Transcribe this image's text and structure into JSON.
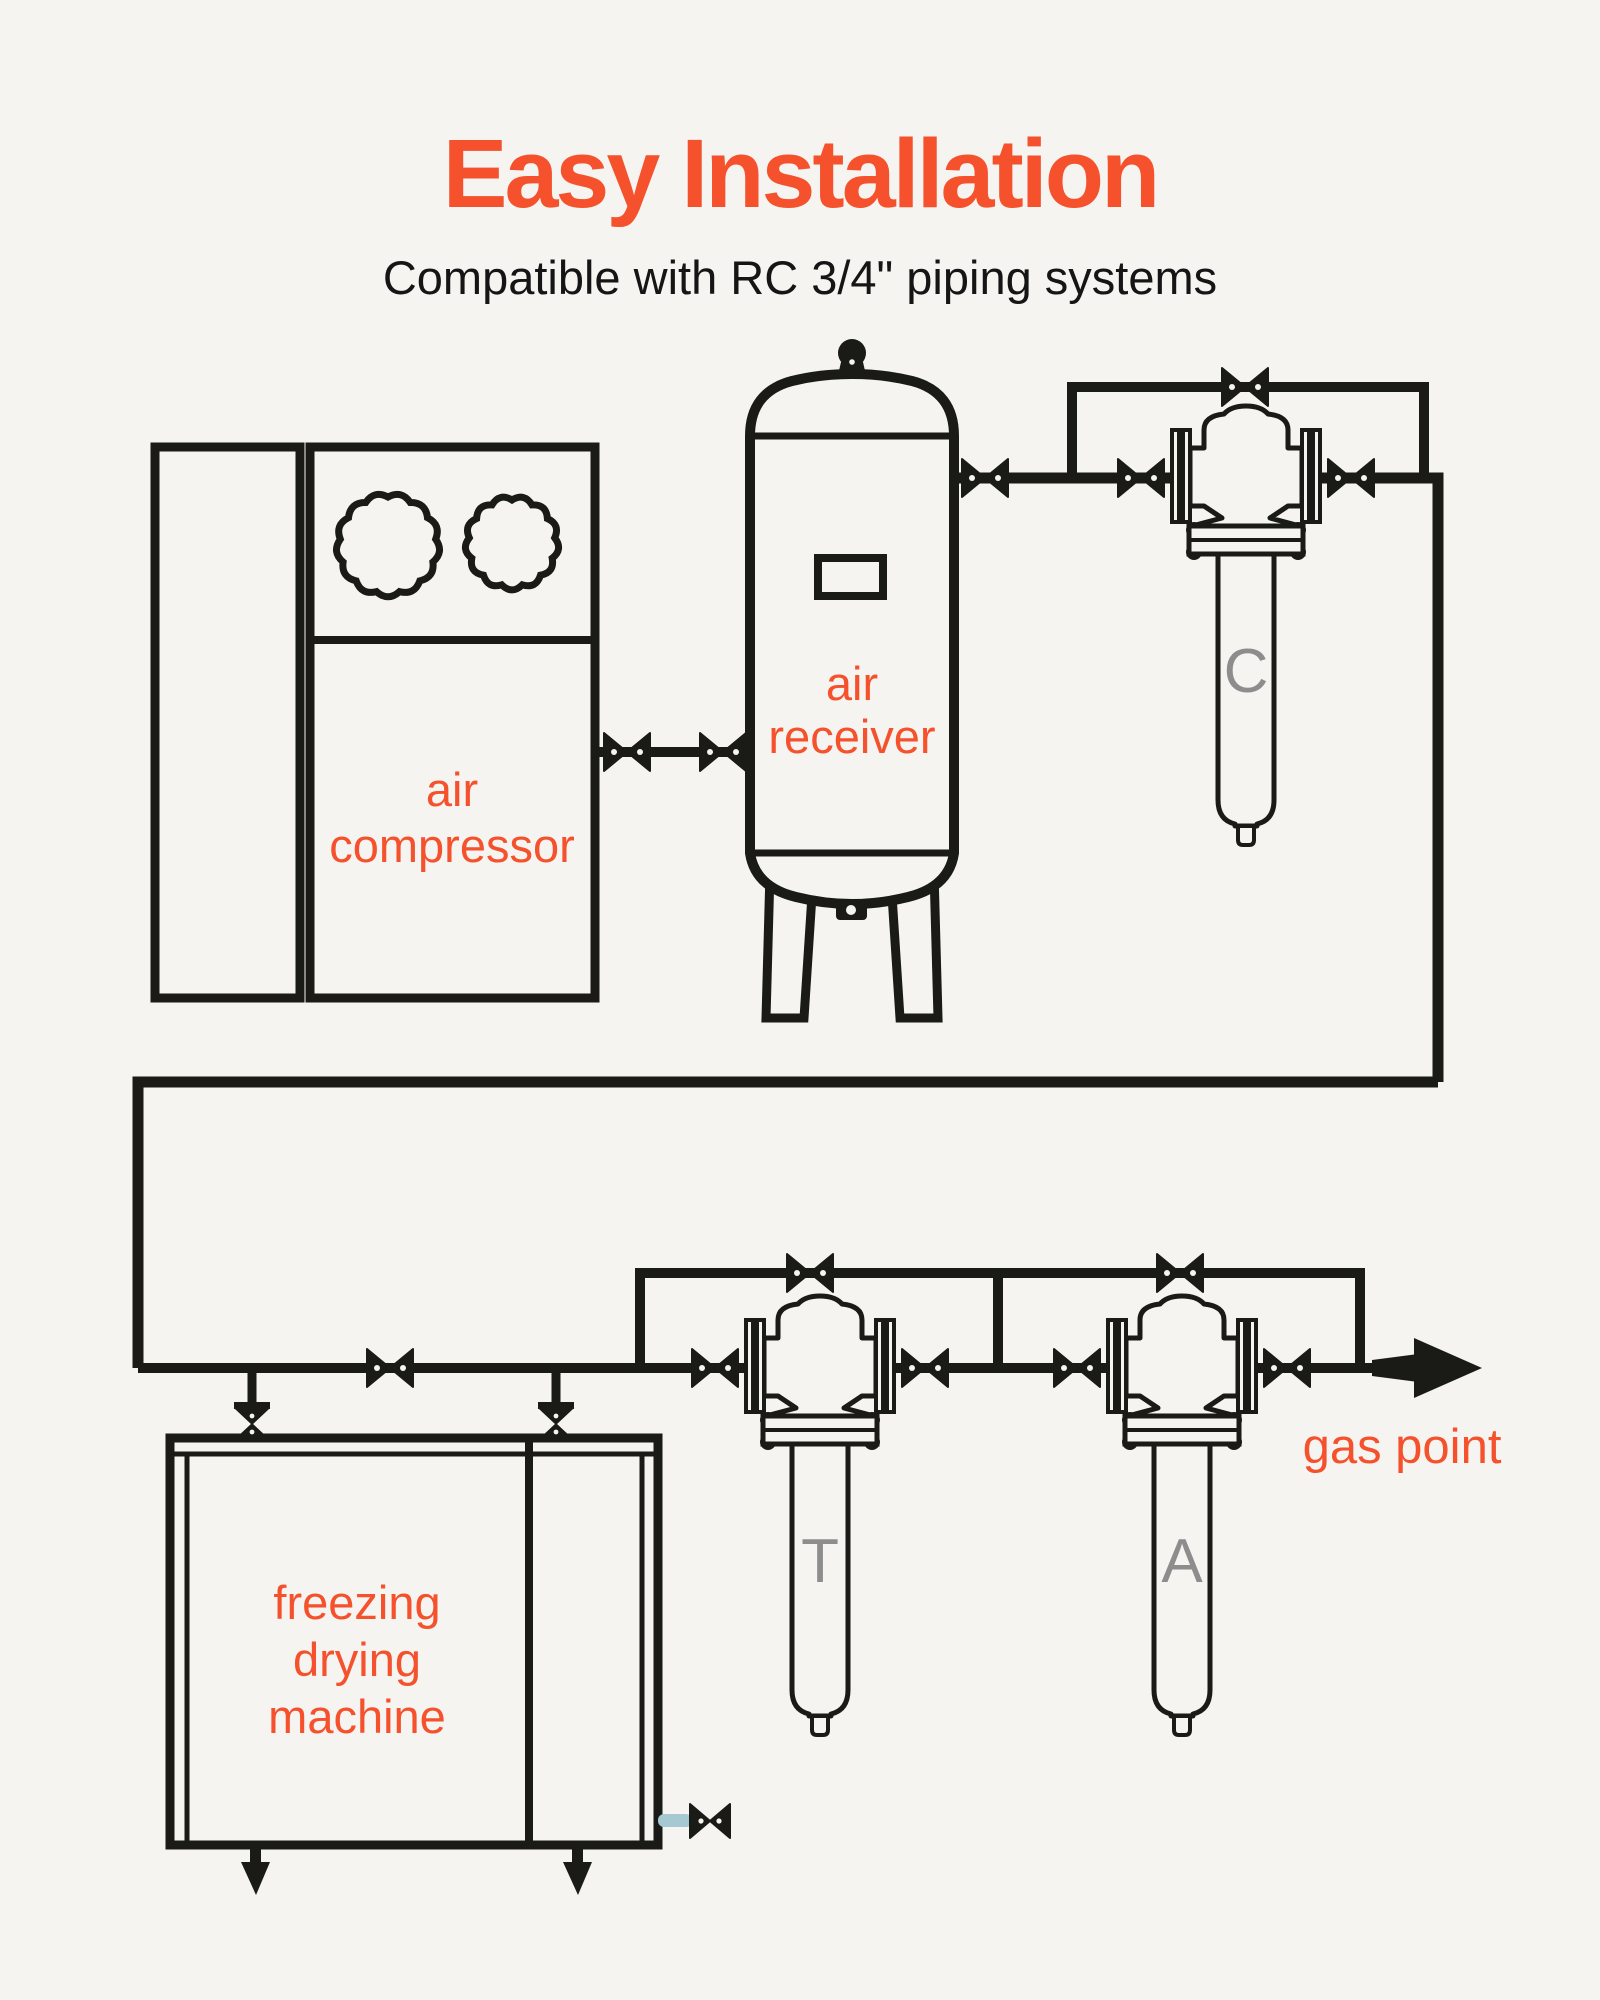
{
  "header": {
    "title": "Easy Installation",
    "subtitle": "Compatible with RC 3/4\" piping systems"
  },
  "colors": {
    "accent": "#f4512c",
    "line": "#1a1a16",
    "paper": "#f5f4f1",
    "letter_gray": "#8d8d8d",
    "drain_teal": "#a5c8d2"
  },
  "diagram": {
    "labels": {
      "air_compressor": [
        "air",
        "compressor"
      ],
      "air_receiver": [
        "air",
        "receiver"
      ],
      "freezing_drying_machine": [
        "freezing",
        "drying",
        "machine"
      ],
      "gas_point": "gas point"
    },
    "filter_letters": {
      "c_filter": "C",
      "t_filter": "T",
      "a_filter": "A"
    }
  }
}
